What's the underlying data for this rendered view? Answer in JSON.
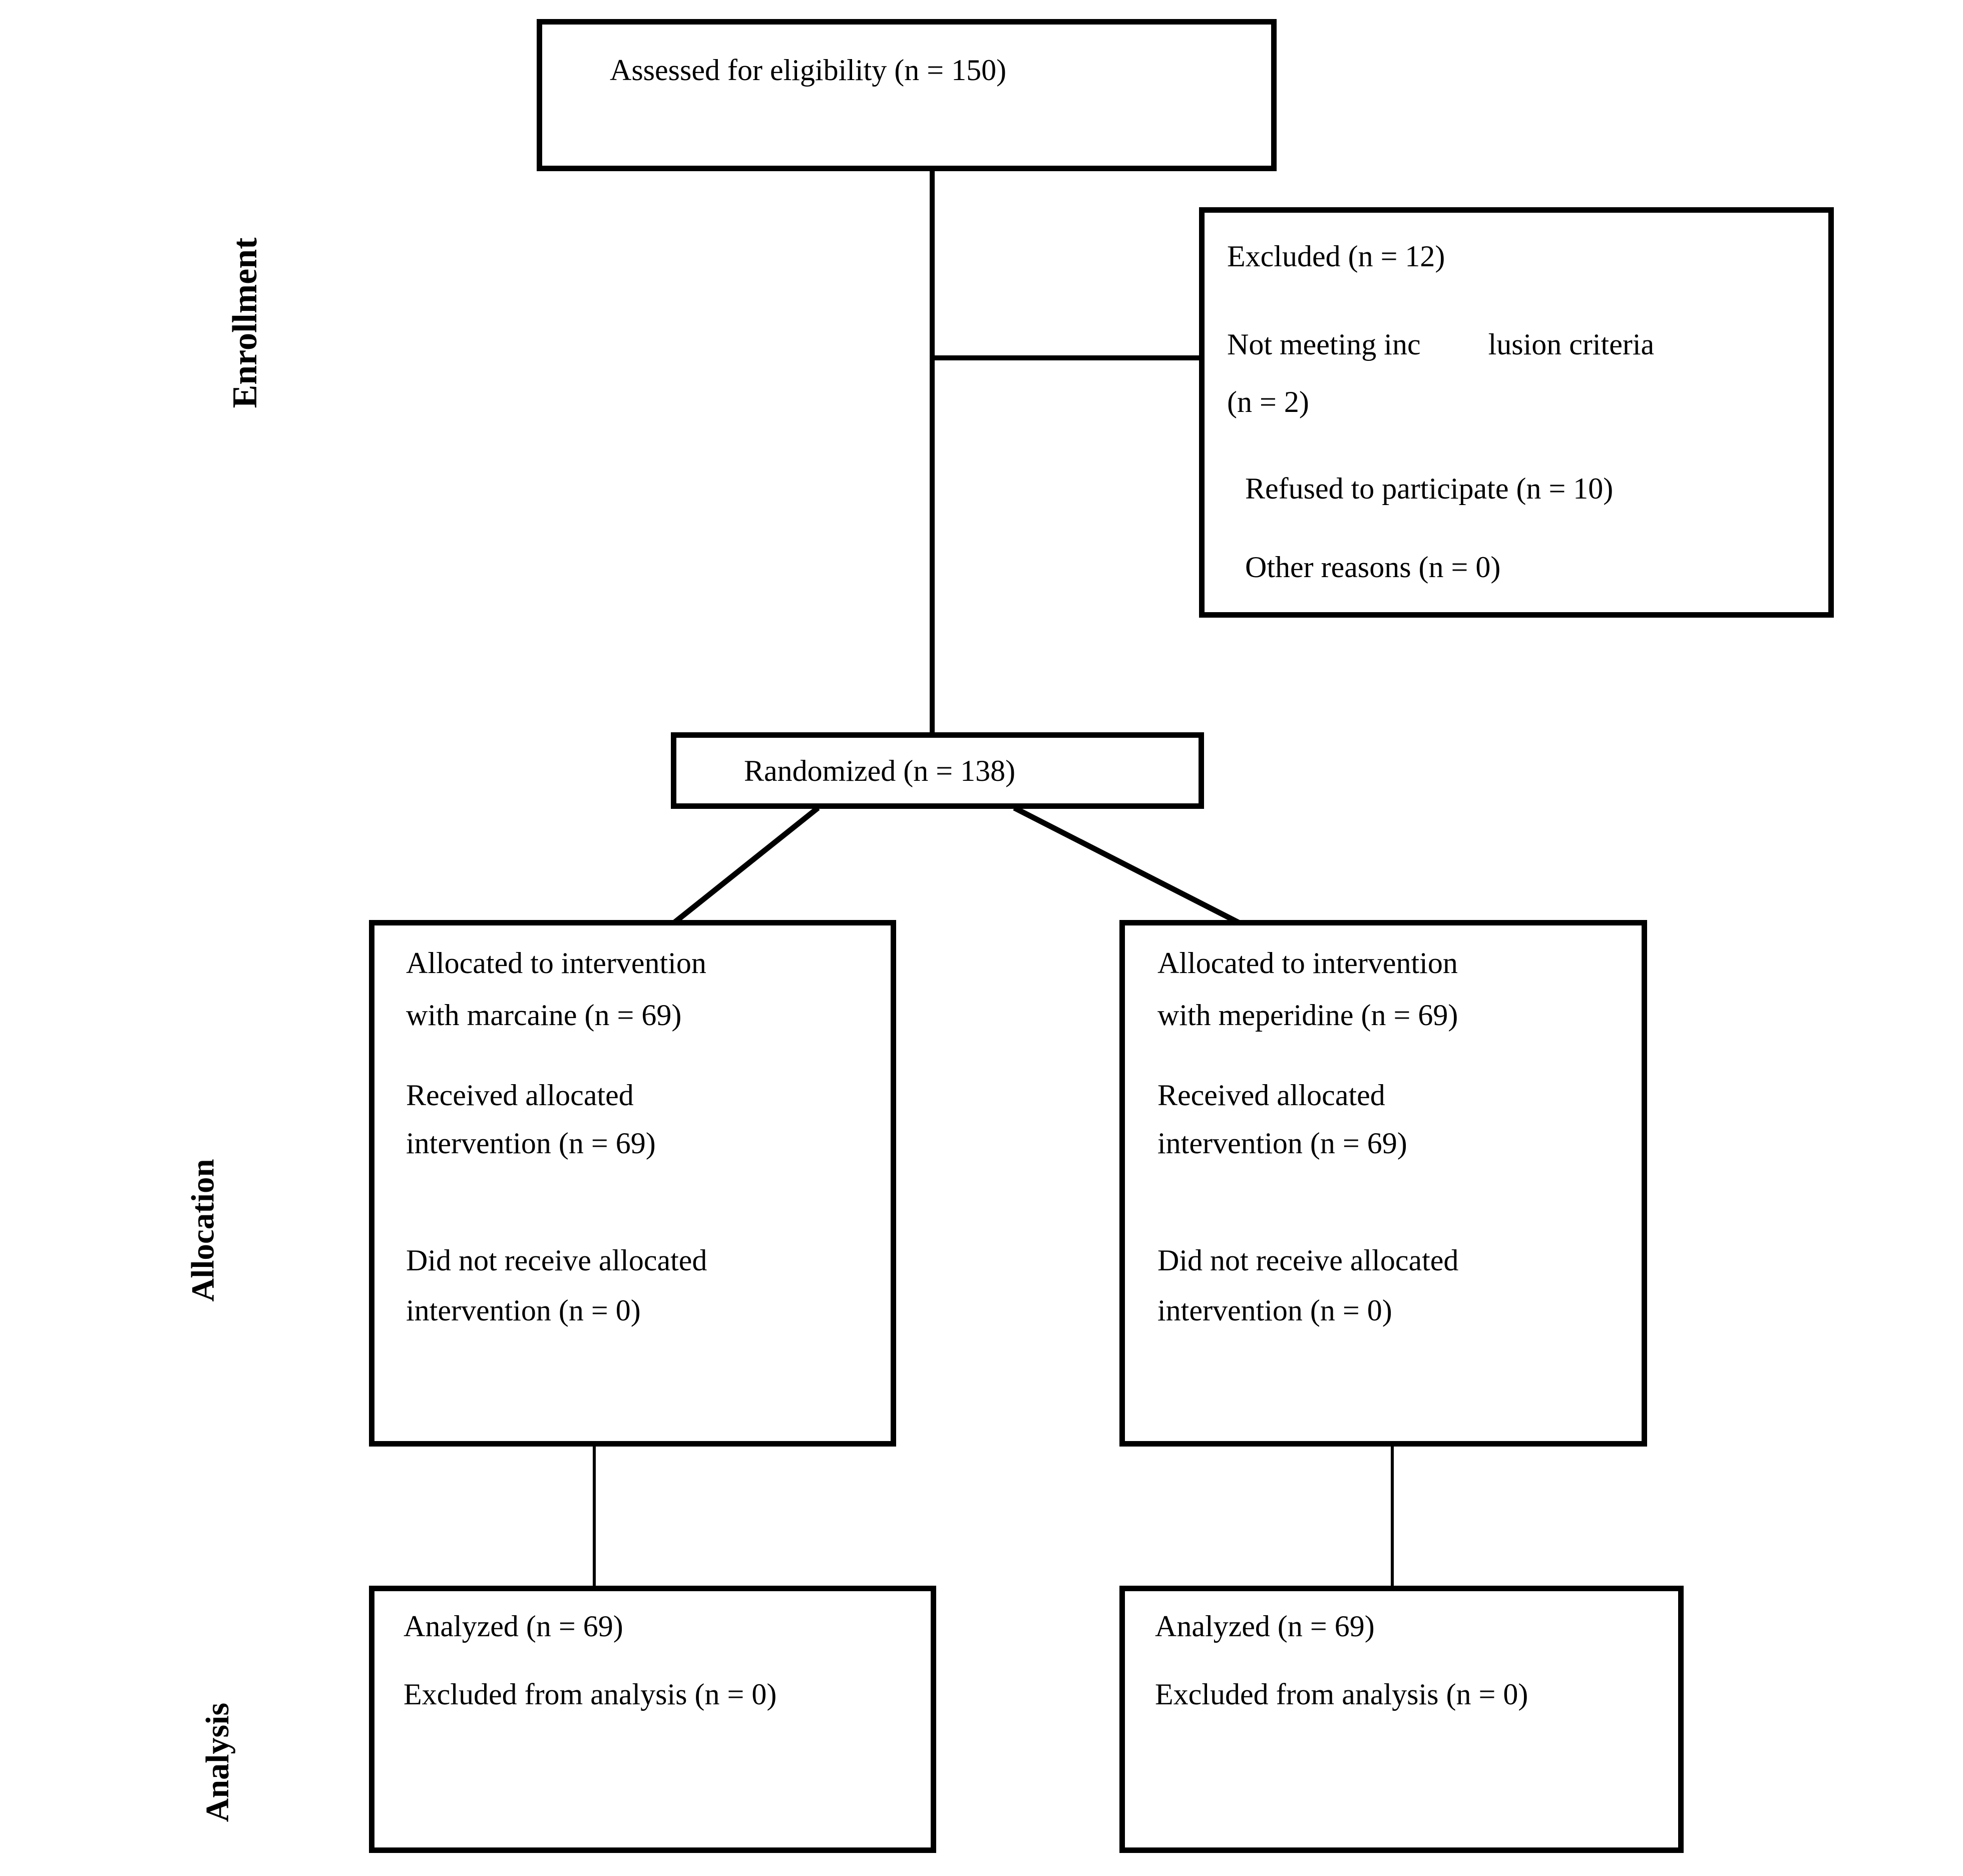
{
  "colors": {
    "ink": "#000000",
    "background": "#ffffff"
  },
  "stage_labels": [
    "Enrollment",
    "Allocation",
    "Analysis"
  ],
  "boxes": {
    "assessed": {
      "lines": [
        "Assessed for eligibility (n = 150)"
      ]
    },
    "excluded": {
      "lines": [
        "Excluded (n = 12)",
        "Not meeting inc         lusion criteria",
        "(n = 2)",
        "Refused to participate (n = 10)",
        "Other reasons (n = 0)"
      ]
    },
    "randomized": {
      "lines": [
        "Randomized (n = 138)"
      ]
    },
    "allocation_marcaine": {
      "lines": [
        "Allocated to intervention",
        "with marcaine (n = 69)",
        "Received allocated",
        "intervention (n = 69)",
        "Did not receive allocated",
        "intervention (n = 0)"
      ]
    },
    "allocation_meperidine": {
      "lines": [
        "Allocated to intervention",
        "with meperidine (n = 69)",
        "Received allocated",
        "intervention (n = 69)",
        "Did not receive allocated",
        "intervention (n = 0)"
      ]
    },
    "analysis_marcaine": {
      "lines": [
        "Analyzed (n = 69)",
        "Excluded from analysis (n = 0)"
      ]
    },
    "analysis_meperidine": {
      "lines": [
        "Analyzed (n = 69)",
        "Excluded from analysis (n = 0)"
      ]
    }
  }
}
